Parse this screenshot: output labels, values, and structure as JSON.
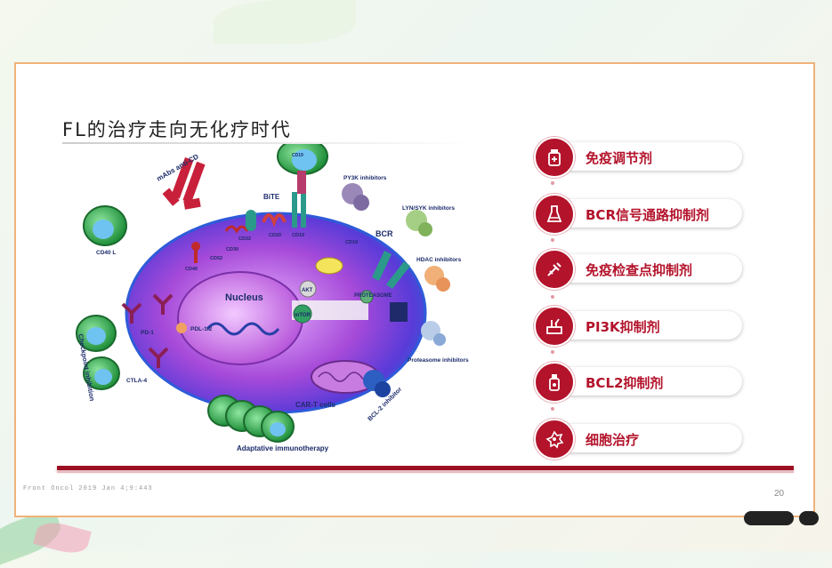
{
  "slide": {
    "title": "FL的治疗走向无化疗时代",
    "source": "Front Oncol 2019 Jan 4;9:443",
    "page_number": "20"
  },
  "diagram": {
    "labels": {
      "mabs": "mAbs anti-CD",
      "bite": "BiTE",
      "cd19_top": "CD19",
      "py3k": "PY3K inhibitors",
      "lyn_syk": "LYN/SYK inhibitors",
      "bcr": "BCR",
      "hdac": "HDAC inhibitors",
      "proteasome_inh": "Proteasome inhibitors",
      "bcl2": "BCL-2 inhibitor",
      "cart": "CAR-T cells",
      "adaptive": "Adaptative immunotherapy",
      "checkpoint": "Checkpoint inhibition",
      "cd40l": "CD40 L",
      "pd1": "PD-1",
      "ctla4": "CTLA-4",
      "pdl12": "PDL-1/2",
      "cd40": "CD40",
      "cd52": "CD52",
      "cd30": "CD30",
      "cd22": "CD22",
      "cd20": "CD20",
      "cd19": "CD19",
      "cd19b": "CD19",
      "nucleus": "Nucleus",
      "proteasome": "PROTEASOME",
      "akt": "AKT",
      "mtor": "mTOR"
    }
  },
  "treatments": [
    {
      "label": "免疫调节剂",
      "icon": "medicine-bottle-icon"
    },
    {
      "label": "BCR信号通路抑制剂",
      "icon": "lab-flask-icon"
    },
    {
      "label": "免疫检查点抑制剂",
      "icon": "syringe-icon"
    },
    {
      "label": "PI3K抑制剂",
      "icon": "test-tubes-icon"
    },
    {
      "label": "BCL2抑制剂",
      "icon": "medicine-vial-icon"
    },
    {
      "label": "细胞治疗",
      "icon": "cell-icon"
    }
  ],
  "colors": {
    "accent": "#b3132b",
    "bar": "#9b0f22"
  }
}
